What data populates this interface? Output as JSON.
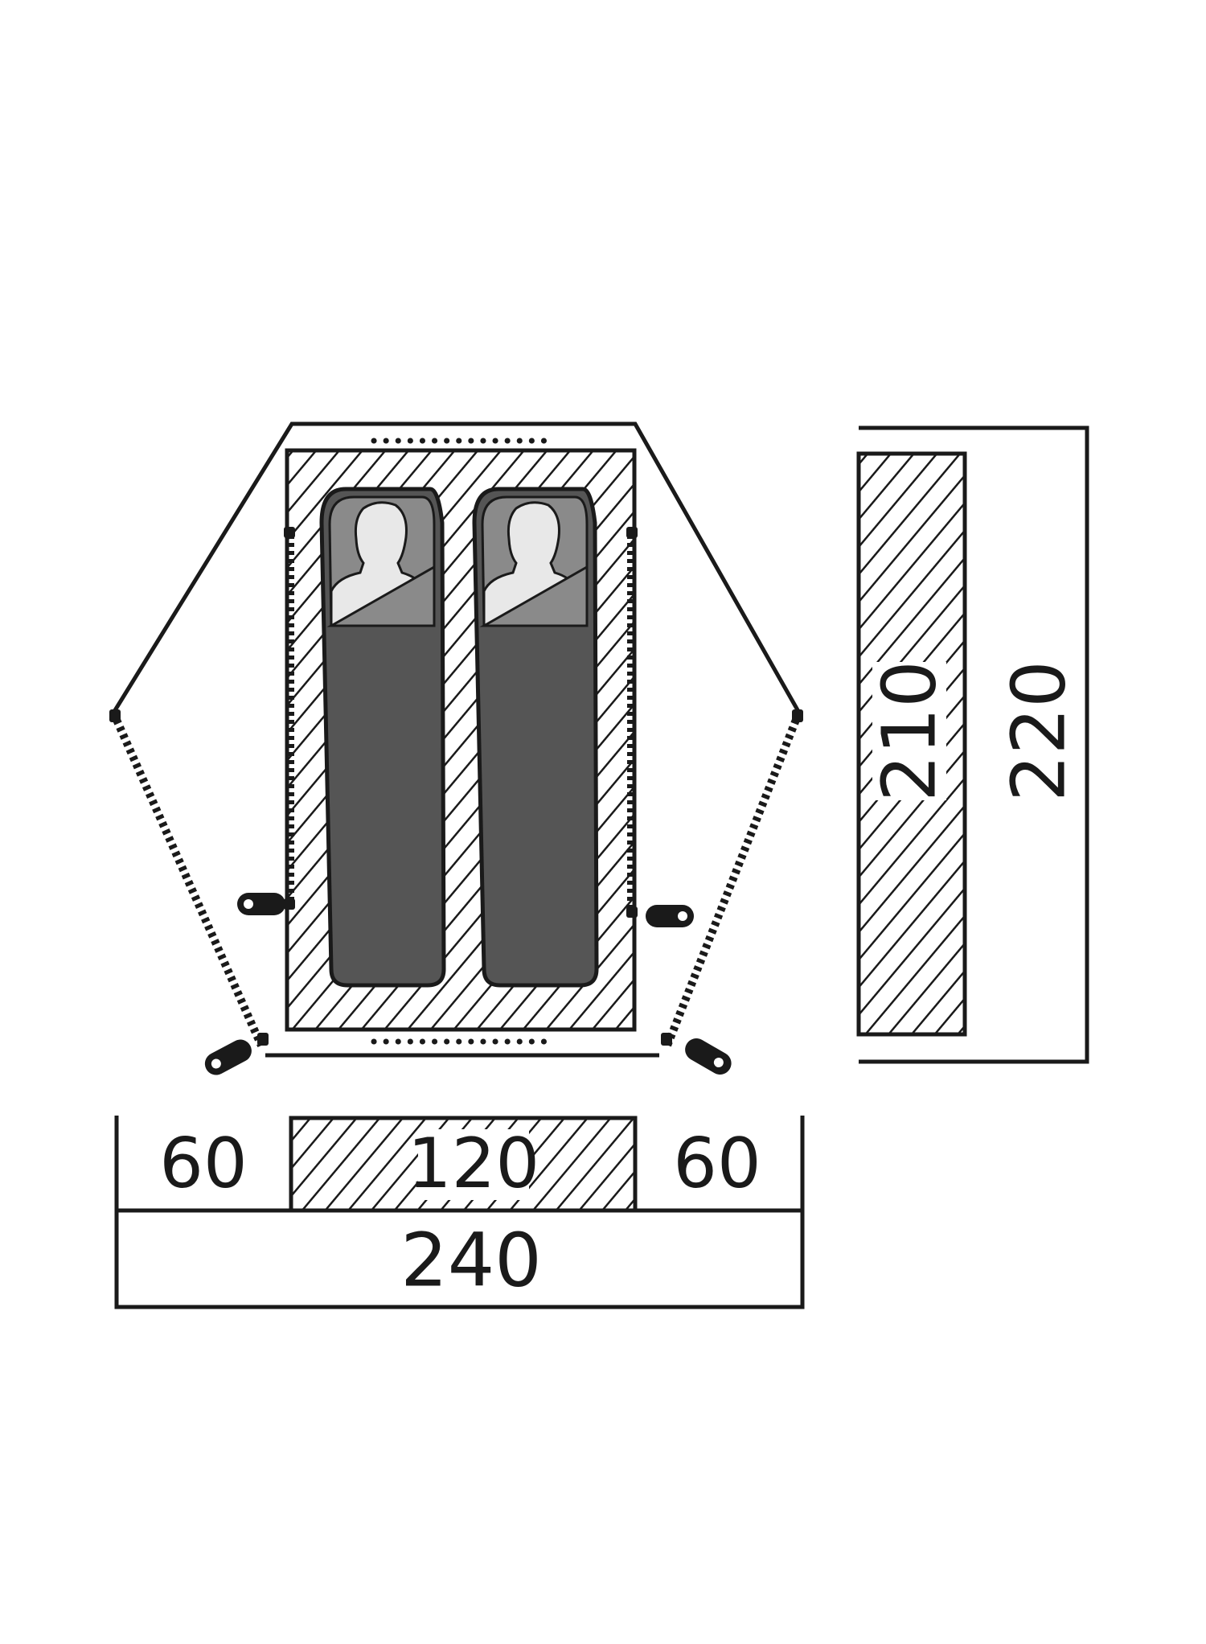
{
  "diagram": {
    "labels": {
      "vestibule_left": "60",
      "inner_width": "120",
      "vestibule_right": "60",
      "total_width": "240",
      "inner_length": "210",
      "total_length": "220"
    },
    "colors": {
      "line": "#1a1a1a",
      "sleeping_bag": "#555555",
      "sleeping_bag_hood": "#8a8a8a",
      "person": "#e8e8e8",
      "background": "#ffffff"
    },
    "occupants": 2
  }
}
